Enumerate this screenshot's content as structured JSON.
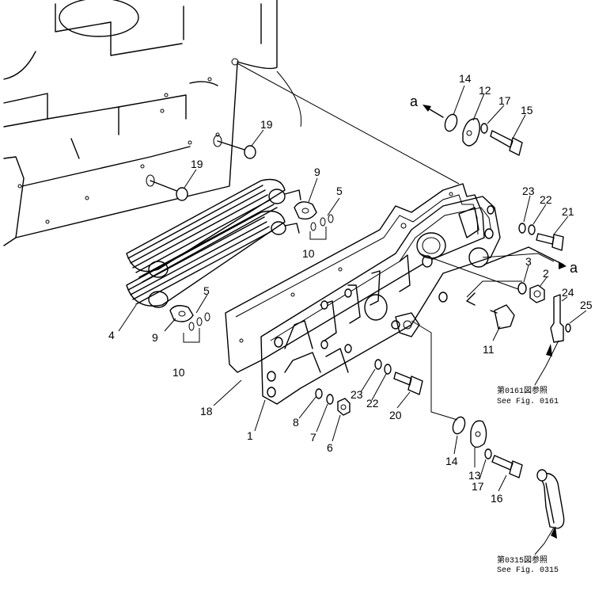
{
  "callouts": {
    "c1": "1",
    "c2": "2",
    "c3": "3",
    "c4": "4",
    "c5a": "5",
    "c5b": "5",
    "c6": "6",
    "c7": "7",
    "c8": "8",
    "c9a": "9",
    "c9b": "9",
    "c10a": "10",
    "c10b": "10",
    "c11": "11",
    "c12": "12",
    "c13": "13",
    "c14a": "14",
    "c14b": "14",
    "c15": "15",
    "c16": "16",
    "c17a": "17",
    "c17b": "17",
    "c18": "18",
    "c19a": "19",
    "c19b": "19",
    "c20": "20",
    "c21": "21",
    "c22a": "22",
    "c22b": "22",
    "c23a": "23",
    "c23b": "23",
    "c24": "24",
    "c25": "25",
    "aTop": "a",
    "aRight": "a"
  },
  "references": {
    "fig0161_jp": "第0161図参照",
    "fig0161_en": "See Fig. 0161",
    "fig0315_jp": "第0315図参照",
    "fig0315_en": "See Fig. 0315"
  }
}
